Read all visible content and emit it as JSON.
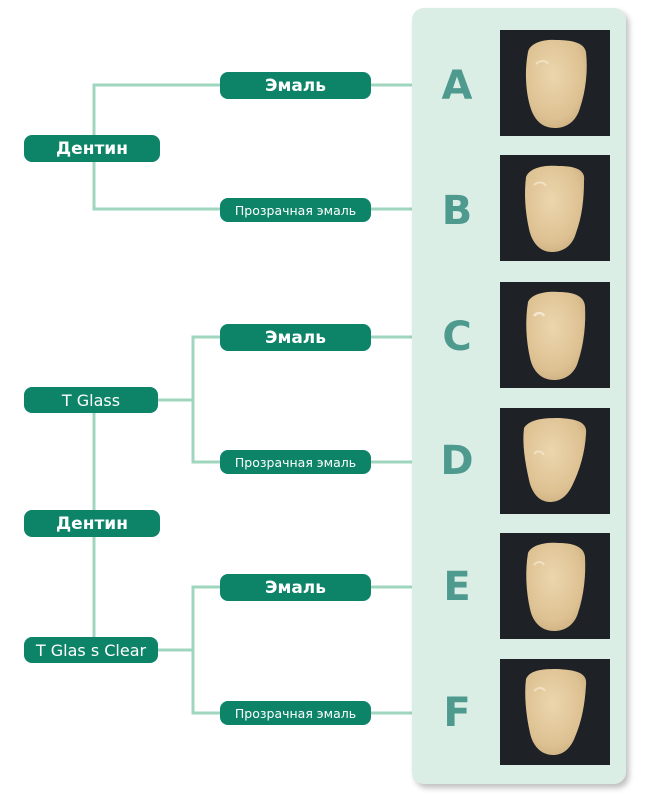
{
  "pills": {
    "dentin_top": "Дентин",
    "dentin_mid": "Дентин",
    "tglass": "T Glass",
    "tglass_clear": "T Glas s Clear",
    "enamel": "Эмаль",
    "translucent_enamel": "Прозрачная эмаль"
  },
  "samples": [
    {
      "letter": "A",
      "image": "tooth-photo"
    },
    {
      "letter": "B",
      "image": "tooth-photo"
    },
    {
      "letter": "C",
      "image": "tooth-photo"
    },
    {
      "letter": "D",
      "image": "tooth-photo"
    },
    {
      "letter": "E",
      "image": "tooth-photo"
    },
    {
      "letter": "F",
      "image": "tooth-photo"
    }
  ],
  "colors": {
    "pill": "#0d8468",
    "connector": "#9fd6bd",
    "panel": "#dbeee6",
    "letter": "#4f9a8f",
    "photo_bg": "#1e2125",
    "tooth": "#e3c89a"
  }
}
